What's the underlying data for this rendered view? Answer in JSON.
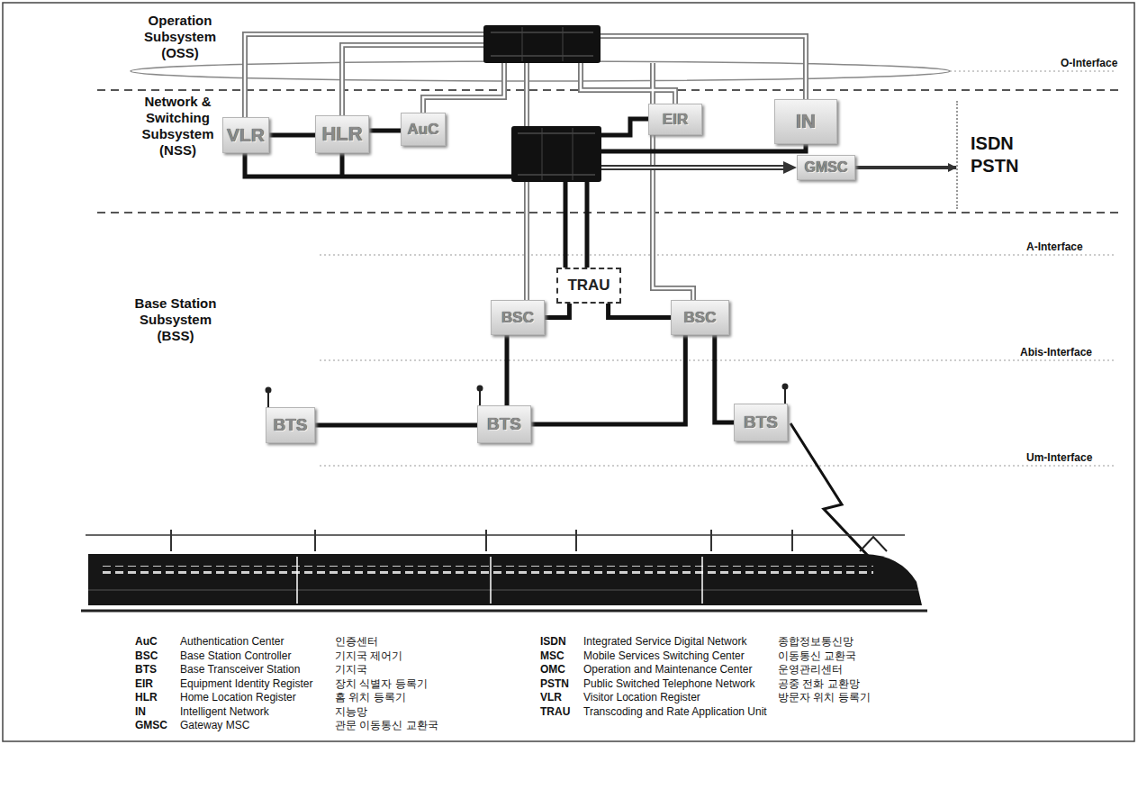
{
  "diagram": {
    "nodes": [
      {
        "text": [
          "VLR"
        ]
      },
      {
        "text": [
          "HLR"
        ]
      },
      {
        "text": [
          "AuC"
        ]
      },
      {
        "text": [
          "EIR"
        ]
      },
      {
        "text": [
          "IN"
        ]
      },
      {
        "text": [
          "GMSC"
        ]
      },
      {
        "text": [
          "ISDN PSTN"
        ]
      },
      {
        "text": [
          "TRAU"
        ]
      },
      {
        "text": [
          "BSC"
        ]
      },
      {
        "text": [
          "BSC"
        ]
      },
      {
        "text": [
          "BTS"
        ]
      },
      {
        "text": [
          "BTS"
        ]
      },
      {
        "text": [
          "BTS"
        ]
      }
    ],
    "edges": [
      {
        "from": 0,
        "to": 1,
        "arrow": "none"
      },
      {
        "from": 1,
        "to": 2,
        "arrow": "none"
      },
      {
        "from": 5,
        "to": 6,
        "arrow": "to"
      },
      {
        "from": 7,
        "to": 8,
        "arrow": "none"
      },
      {
        "from": 7,
        "to": 9,
        "arrow": "none"
      },
      {
        "from": 8,
        "to": 10,
        "arrow": "none"
      },
      {
        "from": 9,
        "to": 11,
        "arrow": "none"
      },
      {
        "from": 9,
        "to": 12,
        "arrow": "none"
      }
    ],
    "labels": [
      "Operation Subsystem (OSS)",
      "Network & Switching Subsystem (NSS)",
      "Base Station Subsystem (BSS)",
      "O-Interface",
      "A-Interface",
      "Abis-Interface",
      "Um-Interface",
      "AuC",
      "Authentication Center",
      "인증센터",
      "BSC",
      "Base Station Controller",
      "기지국 제어기",
      "BTS",
      "Base Transceiver Station",
      "기지국",
      "EIR",
      "Equipment Identity Register",
      "장치 식별자 등록기",
      "HLR",
      "Home Location Register",
      "홈 위치 등록기",
      "IN",
      "Intelligent Network",
      "지능망",
      "GMSC",
      "Gateway MSC",
      "관문 이동통신 교환국",
      "ISDN",
      "Integrated Service Digital Network",
      "종합정보통신망",
      "MSC",
      "Mobile Services Switching Center",
      "이동통신 교환국",
      "OMC",
      "Operation and Maintenance Center",
      "운영관리센터",
      "PSTN",
      "Public Switched Telephone Network",
      "공중 전화 교환망",
      "VLR",
      "Visitor Location Register",
      "방문자 위치 등록기",
      "TRAU",
      "Transcoding and Rate Application Unit"
    ]
  }
}
